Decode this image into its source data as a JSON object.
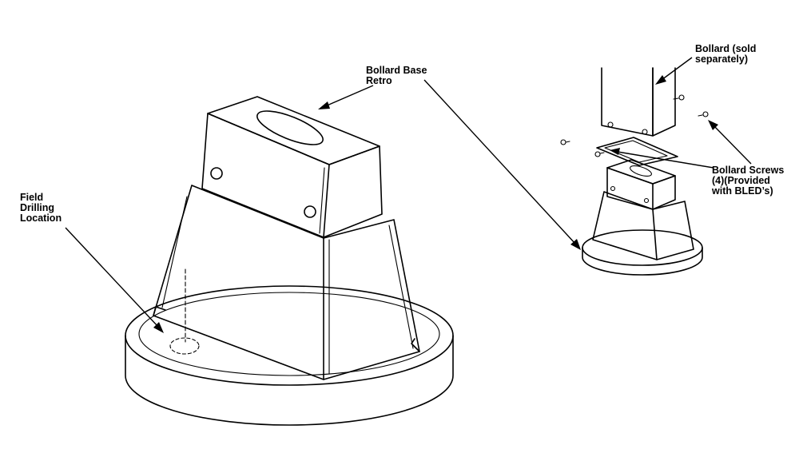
{
  "labels": {
    "bollard_base": "Bollard Base\nRetro",
    "field_drilling": "Field\nDrilling\nLocation",
    "bollard": "Bollard (sold\nseparately)",
    "bollard_screws": "Bollard Screws\n(4)(Provided\nwith BLED’s)"
  }
}
